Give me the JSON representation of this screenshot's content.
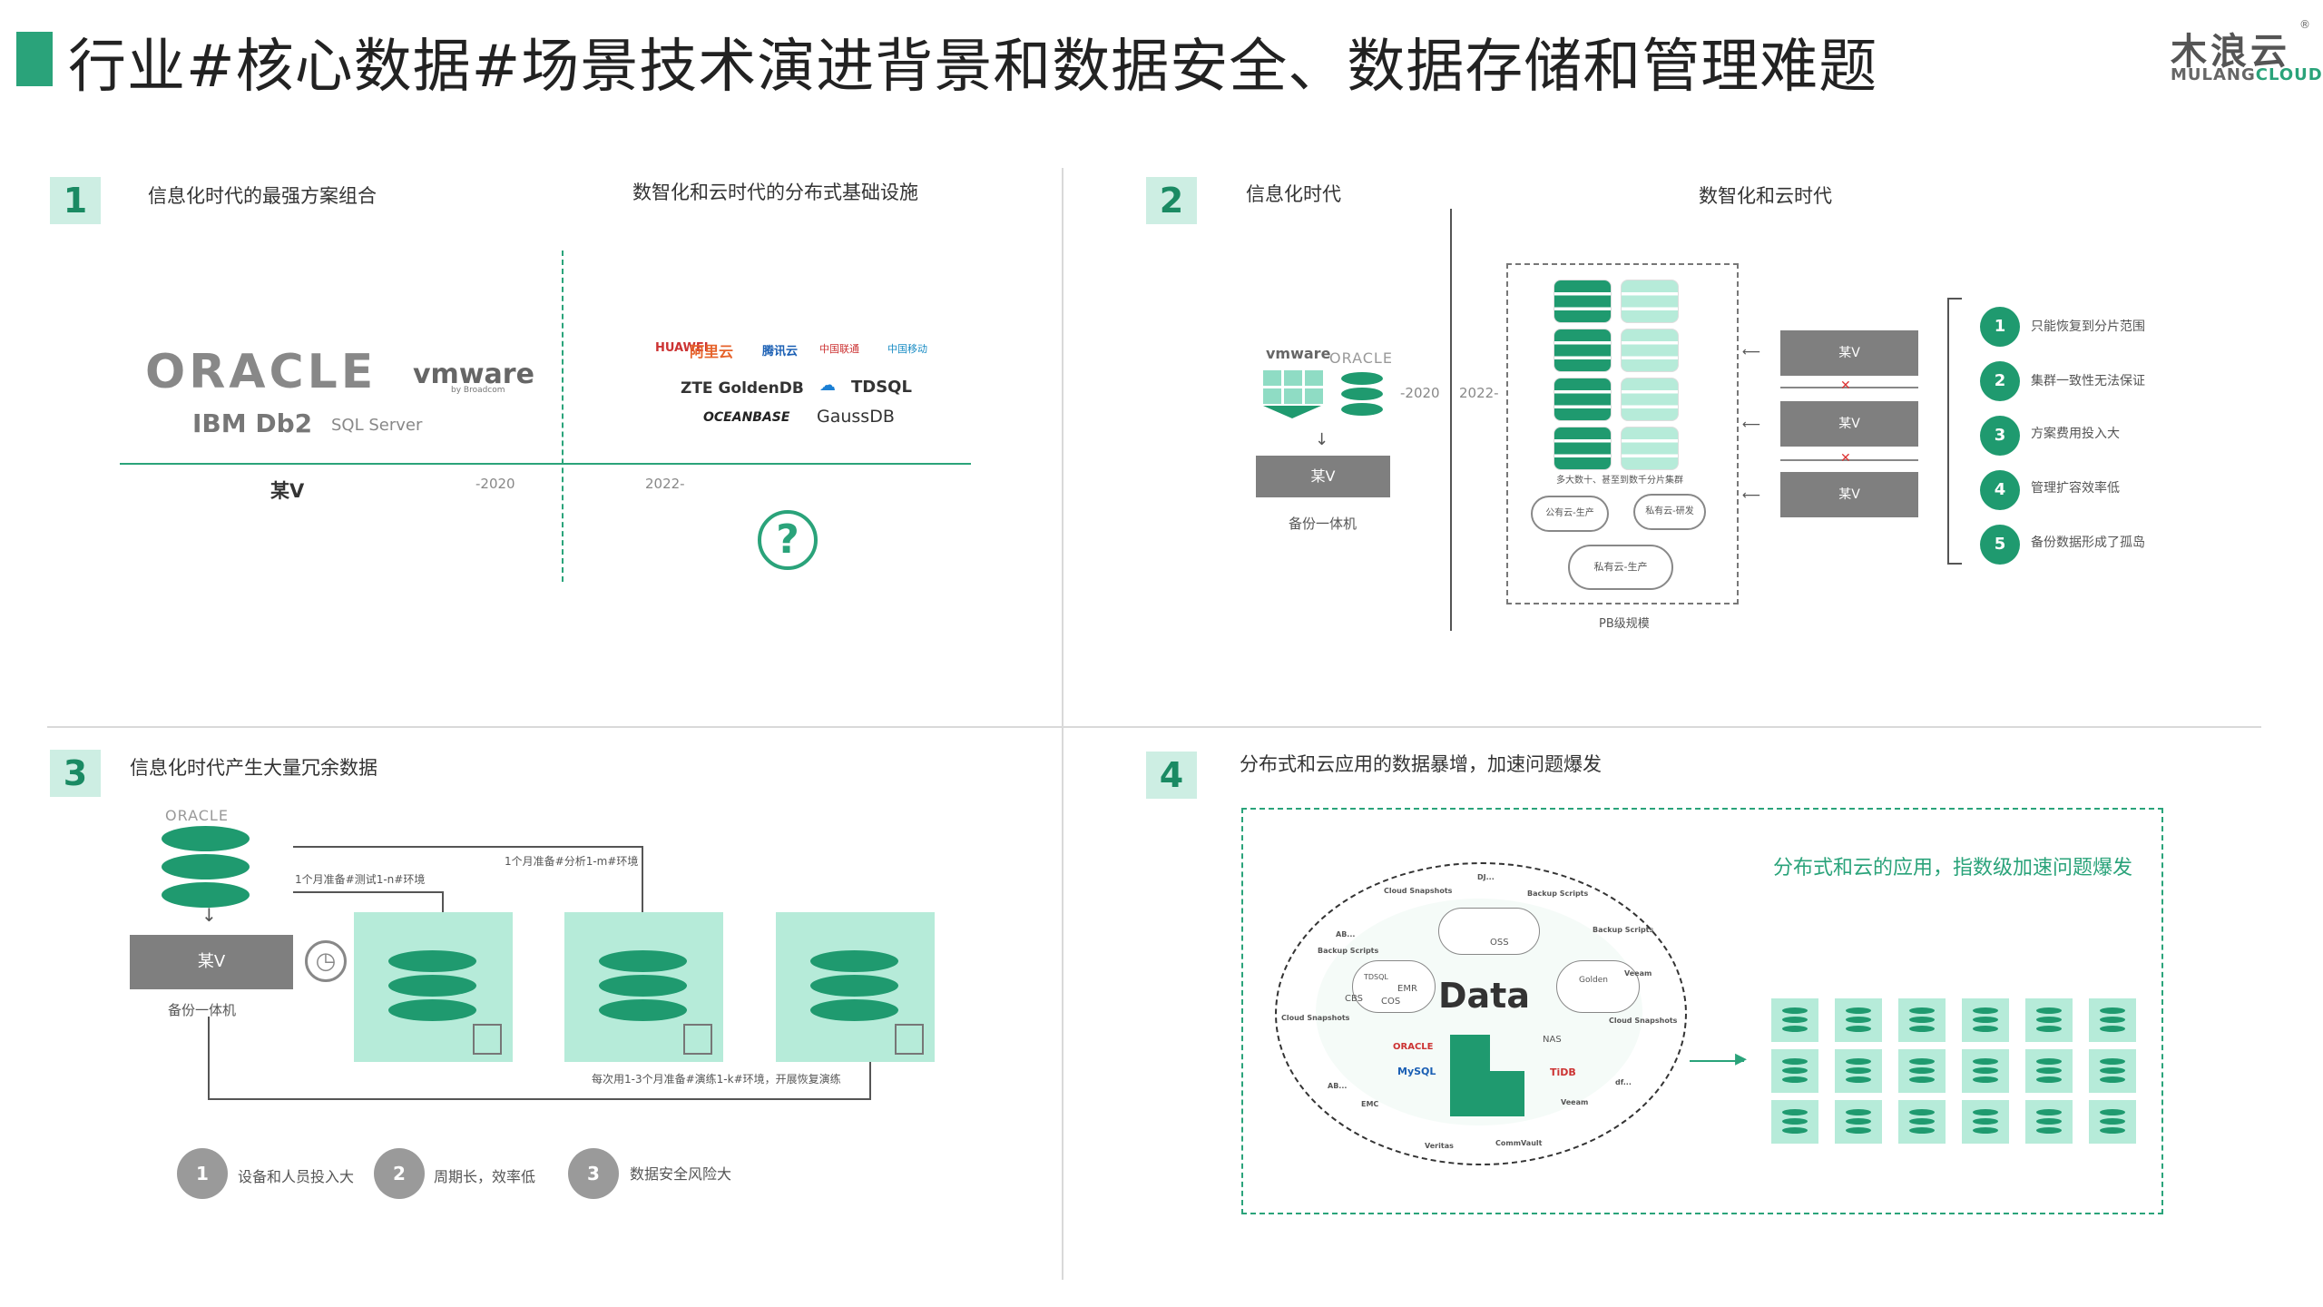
{
  "header": {
    "title": "行业#核心数据#场景技术演进背景和数据安全、数据存储和管理难题",
    "logo_cn": "木浪云",
    "logo_en_a": "MULANG",
    "logo_en_b": "CLOUD",
    "reg": "®"
  },
  "q1": {
    "num": "1",
    "left_title": "信息化时代的最强方案组合",
    "right_title": "数智化和云时代的分布式基础设施",
    "logo_oracle": "ORACLE",
    "logo_vmware": "vmware",
    "logo_vmware_sub": "by Broadcom",
    "logo_db2": "IBM Db2",
    "logo_sql": "SQL Server",
    "row1_logos": [
      "HUAWEI",
      "阿里云",
      "腾讯云",
      "中国联通",
      "中国移动"
    ],
    "logo_zte": "ZTE GoldenDB",
    "logo_tdsql": "TDSQL",
    "logo_ob": "OCEANBASE",
    "logo_gauss": "GaussDB",
    "left_label": "某V",
    "y1": "-2020",
    "y2": "2022-",
    "question": "?"
  },
  "q2": {
    "num": "2",
    "left_title": "信息化时代",
    "right_title": "数智化和云时代",
    "vmware": "vmware",
    "oracle": "ORACLE",
    "y1": "-2020",
    "y2": "2022-",
    "box": "某V",
    "caption": "备份一体机",
    "clusters_note": "多大数十、甚至到数千分片集群",
    "cloud1": "公有云-生产",
    "cloud2": "私有云-研发",
    "cloud3": "私有云-生产",
    "pb": "PB级规模",
    "v_boxes": [
      "某V",
      "某V",
      "某V"
    ],
    "issues": [
      {
        "n": "1",
        "text": "只能恢复到分片范围"
      },
      {
        "n": "2",
        "text": "集群一致性无法保证"
      },
      {
        "n": "3",
        "text": "方案费用投入大"
      },
      {
        "n": "4",
        "text": "管理扩容效率低"
      },
      {
        "n": "5",
        "text": "备份数据形成了孤岛"
      }
    ]
  },
  "q3": {
    "num": "3",
    "title": "信息化时代产生大量冗余数据",
    "oracle": "ORACLE",
    "box": "某V",
    "caption": "备份一体机",
    "clock": "◷",
    "label_a": "1个月准备#测试1-n#环境",
    "label_b": "1个月准备#分析1-m#环境",
    "label_c": "每次用1-3个月准备#演练1-k#环境，开展恢复演练",
    "points": [
      {
        "n": "1",
        "text": "设备和人员投入大"
      },
      {
        "n": "2",
        "text": "周期长，效率低"
      },
      {
        "n": "3",
        "text": "数据安全风险大"
      }
    ]
  },
  "q4": {
    "num": "4",
    "title": "分布式和云应用的数据暴增，加速问题爆发",
    "headline": "分布式和云的应用，指数级加速问题爆发",
    "center": "Data",
    "ring_labels": [
      "Cloud Snapshots",
      "DJ...",
      "Backup Scripts",
      "AB...",
      "Backup Scripts",
      "Backup Scripts",
      "Veeam",
      "Cloud Snapshots",
      "Cloud Snapshots",
      "AB...",
      "EMC",
      "Veritas",
      "CommVault",
      "Veeam",
      "df..."
    ],
    "inner_labels": [
      "OSS",
      "TDSQL",
      "EMR",
      "CBS",
      "COS",
      "ORACLE",
      "MySQL",
      "NAS",
      "TiDB",
      "Golden"
    ]
  },
  "colors": {
    "accent": "#2aa37a",
    "panel": "#b6ebd9",
    "num_bg": "#cdeee3",
    "gray": "#7f7f7f"
  }
}
